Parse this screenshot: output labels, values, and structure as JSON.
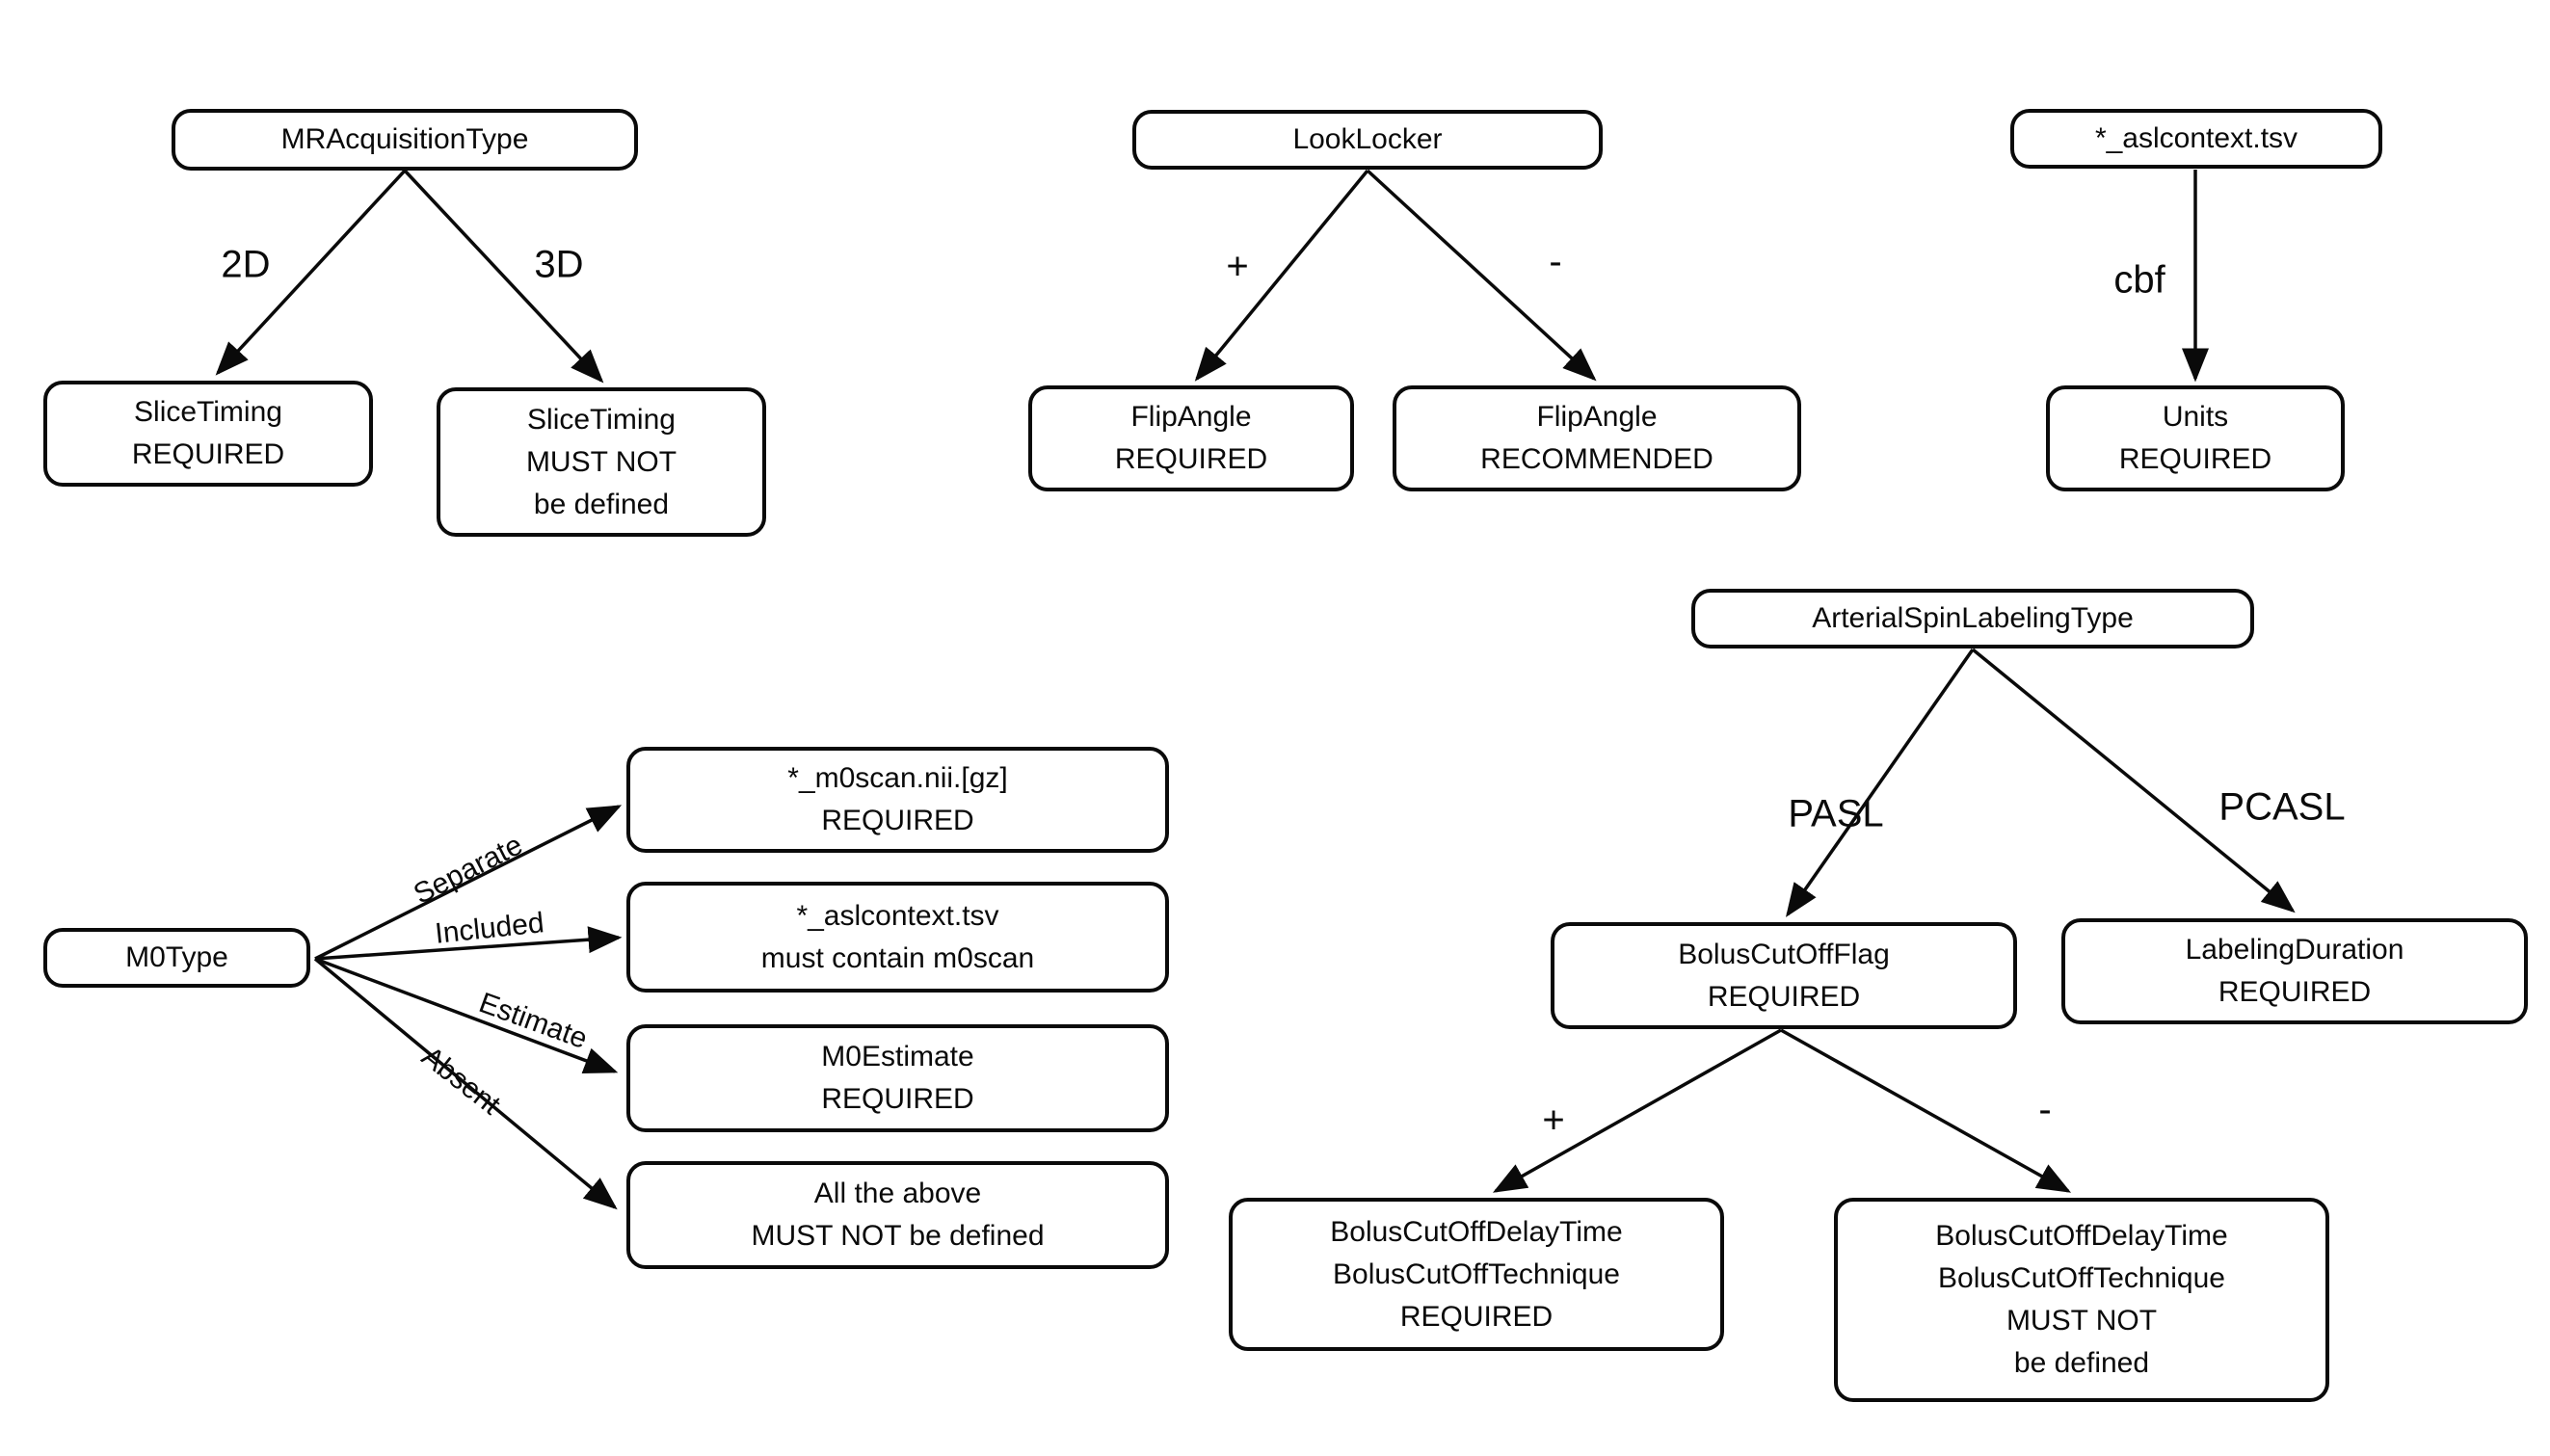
{
  "figure": {
    "description": "ASL BIDS metadata requirement decision trees",
    "colors": {
      "stroke": "#0a0a0a",
      "background": "#ffffff",
      "text": "#0a0a0a"
    },
    "trees": {
      "mracquisition": {
        "root": "MRAcquisitionType",
        "edge_left": "2D",
        "edge_right": "3D",
        "child_left": "SliceTiming\nREQUIRED",
        "child_right": "SliceTiming\nMUST NOT\nbe defined"
      },
      "looklocker": {
        "root": "LookLocker",
        "edge_left": "+",
        "edge_right": "-",
        "child_left": "FlipAngle\nREQUIRED",
        "child_right": "FlipAngle\nRECOMMENDED"
      },
      "aslcontext": {
        "root": "*_aslcontext.tsv",
        "edge": "cbf",
        "child": "Units\nREQUIRED"
      },
      "m0type": {
        "root": "M0Type",
        "edge_separate": "Separate",
        "edge_included": "Included",
        "edge_estimate": "Estimate",
        "edge_absent": "Absent",
        "child_separate": "*_m0scan.nii.[gz]\nREQUIRED",
        "child_included": "*_aslcontext.tsv\nmust contain m0scan",
        "child_estimate": "M0Estimate\nREQUIRED",
        "child_absent": "All the above\nMUST NOT be defined"
      },
      "asltype": {
        "root": "ArterialSpinLabelingType",
        "edge_pasl": "PASL",
        "edge_pcasl": "PCASL",
        "mid_pasl": "BolusCutOffFlag\nREQUIRED",
        "mid_pcasl": "LabelingDuration\nREQUIRED",
        "edge_plus": "+",
        "edge_minus": "-",
        "child_plus": "BolusCutOffDelayTime\nBolusCutOffTechnique\nREQUIRED",
        "child_minus": "BolusCutOffDelayTime\nBolusCutOffTechnique\nMUST NOT\nbe defined"
      }
    }
  }
}
